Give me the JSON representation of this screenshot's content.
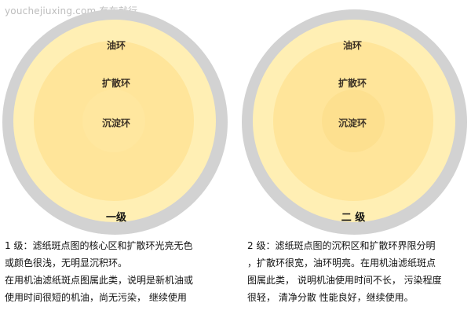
{
  "watermark": "youchejiuxing.com 有车就行",
  "panels": [
    {
      "oil_ring_label": "油环",
      "spread_ring_label": "扩散环",
      "deposit_ring_label": "沉淀环",
      "grade_label": "一级",
      "description_lines": [
        "1 级：滤纸斑点图的核心区和扩散环光亮无色",
        "或颜色很浅，无明显沉积环。",
        "在用机油滤纸斑点图属此类，说明是新机油或",
        "使用时间很短的机油，尚无污染， 继续使用"
      ]
    },
    {
      "oil_ring_label": "油环",
      "spread_ring_label": "扩散环",
      "deposit_ring_label": "沉淀环",
      "grade_label": "二 级",
      "description_lines": [
        "2 级：滤纸斑点图的沉积区和扩散环界限分明",
        "，扩散环很宽，油环明亮。在用机油滤纸斑点",
        "图属此类， 说明机油使用时间不长， 污染程度",
        "很轻， 清净分散 性能良好，继续使用。"
      ]
    }
  ],
  "colors": {
    "outer_paper": "#d2d2d2",
    "oil_ring": "#ffefb4",
    "spread_ring": "#ffe59a",
    "deposit_core": "#ffe79f"
  }
}
